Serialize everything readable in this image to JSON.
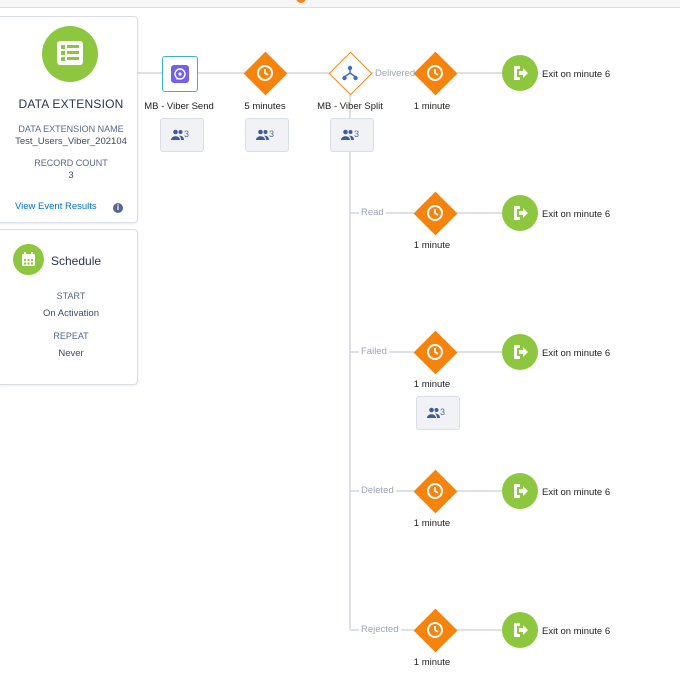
{
  "data_extension": {
    "title": "DATA EXTENSION",
    "name_label": "DATA EXTENSION NAME",
    "name_value": "Test_Users_Viber_202104",
    "count_label": "RECORD COUNT",
    "count_value": "3",
    "link": "View Event Results",
    "info": "i"
  },
  "schedule": {
    "title": "Schedule",
    "start_label": "START",
    "start_value": "On Activation",
    "repeat_label": "REPEAT",
    "repeat_value": "Never"
  },
  "nodes": {
    "send": {
      "label": "MB - Viber Send",
      "count": "3"
    },
    "wait": {
      "label": "5 minutes",
      "count": "3"
    },
    "split": {
      "label": "MB - Viber Split",
      "count": "3"
    }
  },
  "paths": [
    {
      "label": "Delivered",
      "wait": "1 minute",
      "exit": "Exit on minute 6"
    },
    {
      "label": "Read",
      "wait": "1 minute",
      "exit": "Exit on minute 6"
    },
    {
      "label": "Failed",
      "wait": "1 minute",
      "exit": "Exit on minute 6",
      "count": "3"
    },
    {
      "label": "Deleted",
      "wait": "1 minute",
      "exit": "Exit on minute 6"
    },
    {
      "label": "Rejected",
      "wait": "1 minute",
      "exit": "Exit on minute 6"
    }
  ],
  "colors": {
    "accent_green": "#8dc63f",
    "wait_orange": "#f5830c",
    "link_blue": "#0070d2",
    "viber_purple": "#7360f2"
  }
}
